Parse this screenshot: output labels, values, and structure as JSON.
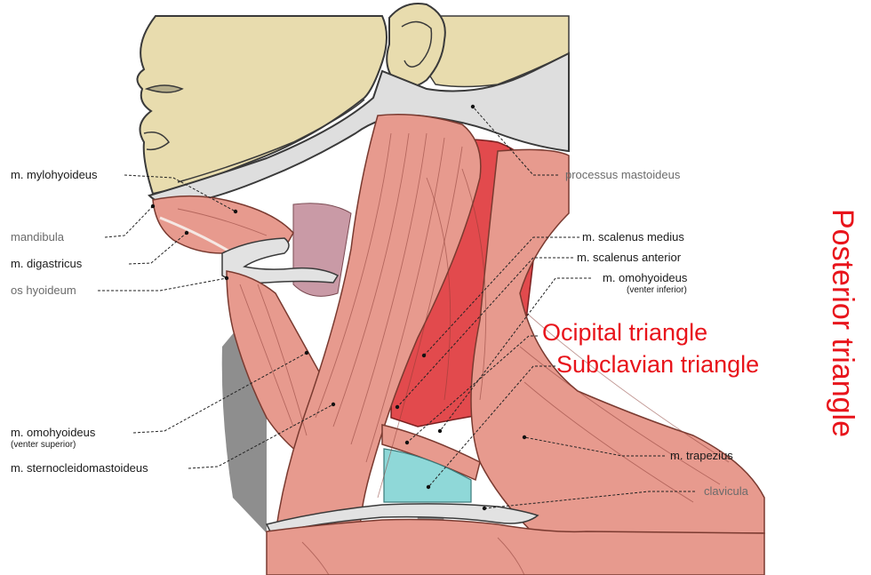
{
  "labels": {
    "mylohyoideus": "m. mylohyoideus",
    "mandibula": "mandibula",
    "digastricus": "m. digastricus",
    "os_hyoideum": "os hyoideum",
    "omohyoideus_sup": "m. omohyoideus",
    "omohyoideus_sup_sub": "(venter superior)",
    "sternocleidomastoideus": "m. sternocleidomastoideus",
    "processus_mastoideus": "processus mastoideus",
    "scalenus_medius": "m. scalenus medius",
    "scalenus_anterior": "m. scalenus anterior",
    "omohyoideus_inf": "m. omohyoideus",
    "omohyoideus_inf_sub": "(venter inferior)",
    "ocipital_triangle": "Ocipital triangle",
    "subclavian_triangle": "Subclavian triangle",
    "trapezius": "m. trapezius",
    "clavicula": "clavicula",
    "posterior_triangle": "Posterior triangle"
  },
  "colors": {
    "skin": "#e8dcae",
    "bone": "#dedede",
    "muscle": "#e79a8e",
    "muscle_dark": "#d9786c",
    "scalene": "#e24a4d",
    "cavity": "#c99aa6",
    "teal": "#8fd8d8",
    "label_red": "#e8141b"
  }
}
